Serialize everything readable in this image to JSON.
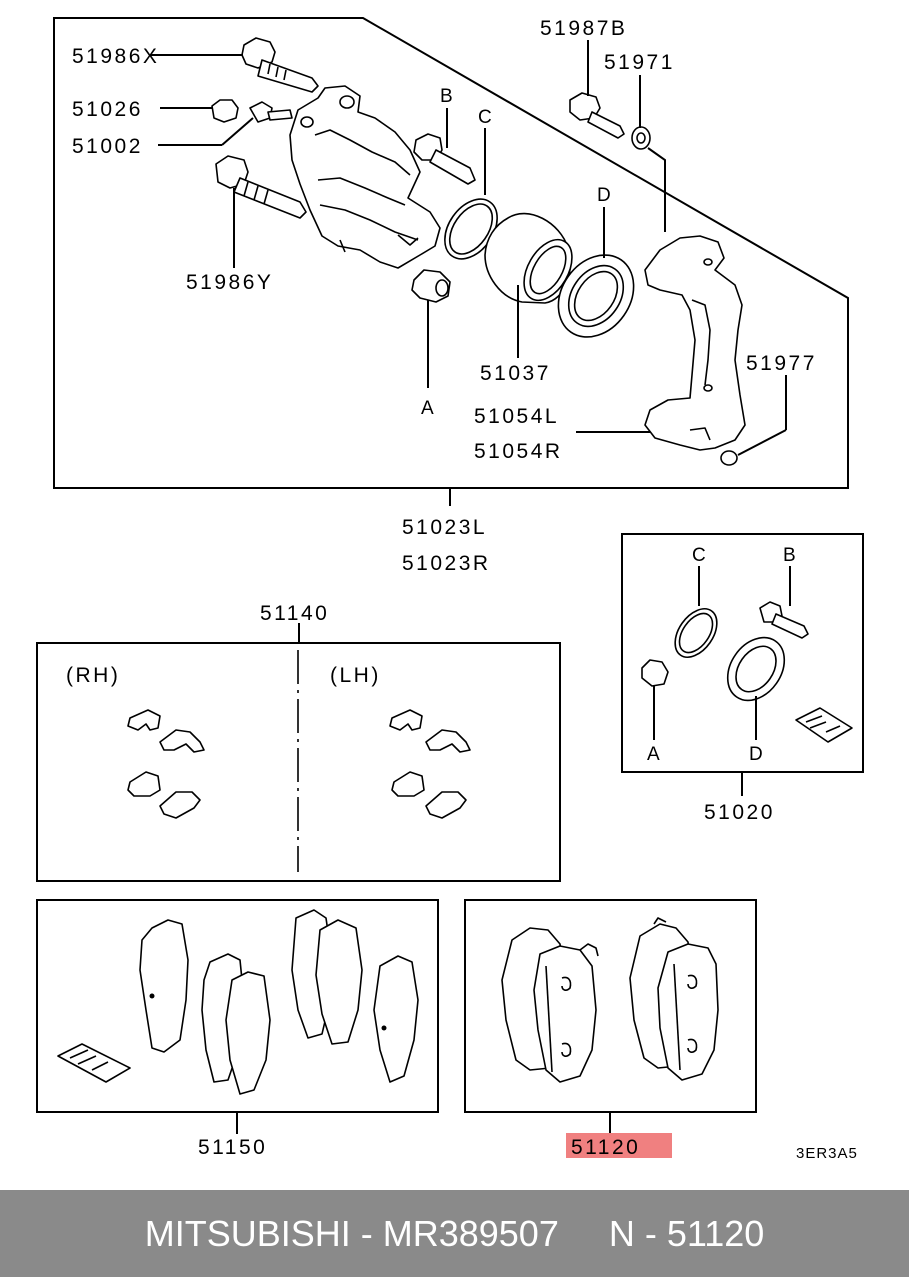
{
  "labels": {
    "p51986X": "51986X",
    "p51026": "51026",
    "p51002": "51002",
    "p51986Y": "51986Y",
    "pB1": "B",
    "pC1": "C",
    "pD1": "D",
    "pA1": "A",
    "p51037": "51037",
    "p51987B": "51987B",
    "p51971": "51971",
    "p51977": "51977",
    "p51054L": "51054L",
    "p51054R": "51054R",
    "p51023L": "51023L",
    "p51023R": "51023R",
    "p51140": "51140",
    "rh": "(RH)",
    "lh": "(LH)",
    "pC2": "C",
    "pB2": "B",
    "pA2": "A",
    "pD2": "D",
    "p51020": "51020",
    "p51150": "51150",
    "p51120": "51120",
    "code": "3ER3A5"
  },
  "highlight_color": "#f08080",
  "footer": {
    "text": "MITSUBISHI - MR389507     N - 51120"
  }
}
